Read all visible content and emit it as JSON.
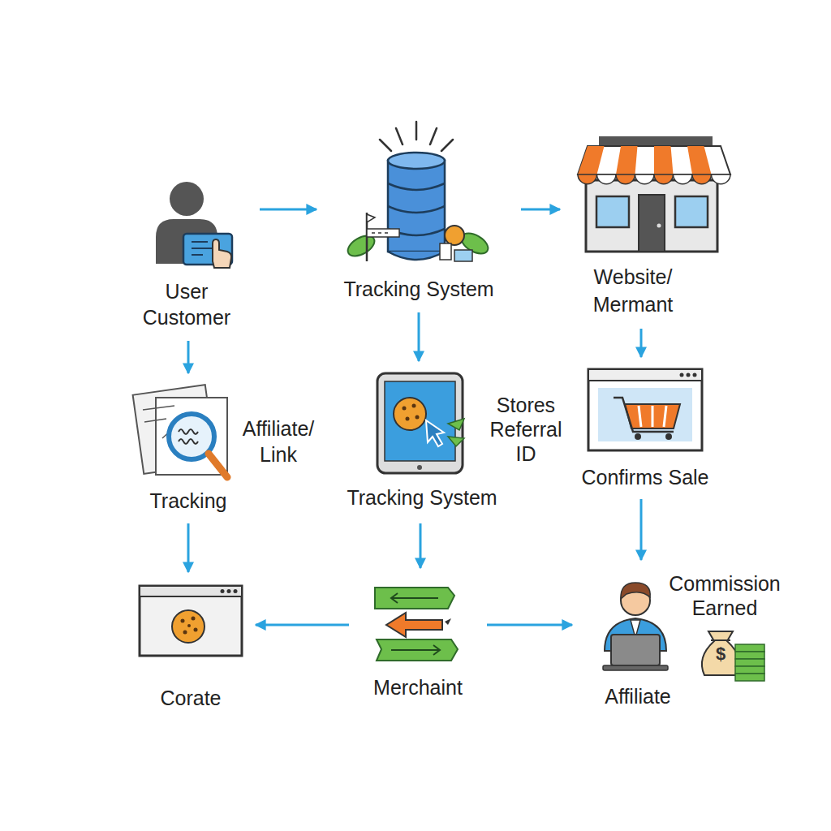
{
  "diagram": {
    "nodes": [
      {
        "text": [
          "User Customer"
        ]
      },
      {
        "text": [
          "Tracking System"
        ]
      },
      {
        "text": [
          "Website/ Mermant"
        ]
      },
      {
        "text": [
          "Affiliate/ Link",
          "Tracking"
        ]
      },
      {
        "text": [
          "Stores Referral ID",
          "Tracking System"
        ]
      },
      {
        "text": [
          "Confirms Sale"
        ]
      },
      {
        "text": [
          "Corate"
        ]
      },
      {
        "text": [
          "Merchaint"
        ]
      },
      {
        "text": [
          "Commission Earned",
          "Affiliate"
        ]
      }
    ],
    "edges": [
      {
        "from": 0,
        "to": 1,
        "arrow": "to"
      },
      {
        "from": 1,
        "to": 2,
        "arrow": "to"
      },
      {
        "from": 0,
        "to": 3,
        "arrow": "to"
      },
      {
        "from": 1,
        "to": 4,
        "arrow": "to"
      },
      {
        "from": 2,
        "to": 5,
        "arrow": "to"
      },
      {
        "from": 3,
        "to": 6,
        "arrow": "to"
      },
      {
        "from": 4,
        "to": 7,
        "arrow": "to"
      },
      {
        "from": 5,
        "to": 8,
        "arrow": "to"
      },
      {
        "from": 7,
        "to": 6,
        "arrow": "to"
      },
      {
        "from": 7,
        "to": 8,
        "arrow": "to"
      }
    ],
    "labels": [
      "$"
    ]
  }
}
